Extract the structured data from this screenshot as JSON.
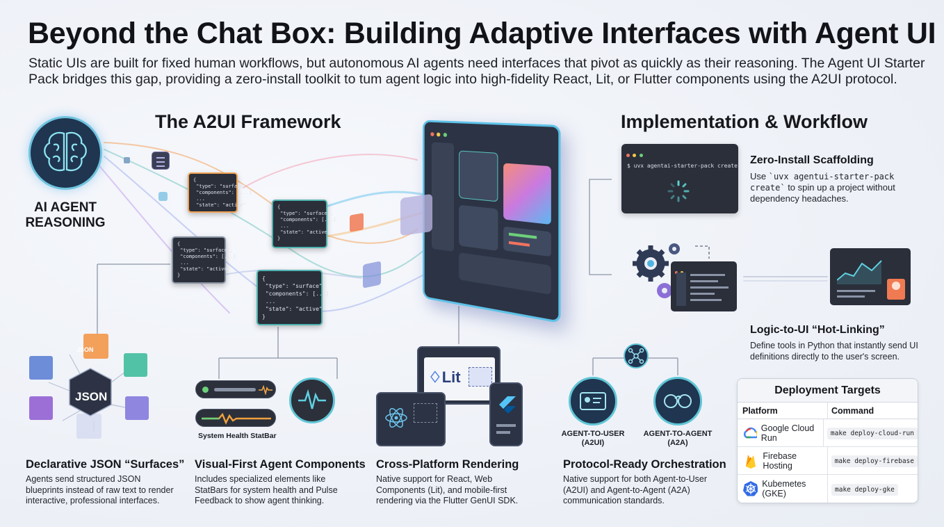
{
  "header": {
    "title": "Beyond the Chat Box: Building Adaptive Interfaces with Agent UI",
    "intro": "Static UIs are built for fixed human workflows, but autonomous AI agents need interfaces that pivot as quickly as their reasoning. The Agent UI Starter Pack bridges this gap, providing a zero-install toolkit to tum agent logic into high-fidelity React, Lit, or Flutter components using the A2UI protocol."
  },
  "framework": {
    "heading": "The A2UI Framework",
    "agent_label_line1": "AI AGENT",
    "agent_label_line2": "REASONING",
    "json_cards": [
      "{\n \"type\": \"surface\",\n \"components\": [...]\n ...\n \"state\": \"active\"",
      "{\n \"type\": \"surface\",\n \"components\": [...]\n ...\n \"state\": \"active\"\n}",
      "{\n \"type\": \"surface\",\n \"components\": [...]\n ...\n \"state\": \"active\"\n}",
      "{\n \"type\": \"surface\",\n \"components\": [...]\n ...\n \"state\": \"active\"\n}"
    ],
    "json_cube_label": "JSON",
    "json_small_label": "JSON",
    "statbar_label": "System Health StatBar",
    "lit_label": "Lit"
  },
  "features": [
    {
      "title": "Declarative JSON “Surfaces”",
      "desc": "Agents send structured JSON blueprints instead of raw text to render interactive, professional interfaces."
    },
    {
      "title": "Visual-First Agent Components",
      "desc": "Includes specialized elements like StatBars for system health and Pulse Feedback to show agent thinking."
    },
    {
      "title": "Cross-Platform Rendering",
      "desc": "Native support for React, Web Components (Lit), and mobile-first rendering via the Flutter GenUI SDK."
    },
    {
      "title": "Protocol-Ready Orchestration",
      "desc": "Native support for both Agent-to-User (A2UI) and Agent-to-Agent (A2A) communication standards."
    }
  ],
  "orchestration": {
    "a2ui_label_line1": "AGENT-TO-USER",
    "a2ui_label_line2": "(A2UI)",
    "a2a_label_line1": "AGENT-TO-AGENT",
    "a2a_label_line2": "(A2A)"
  },
  "workflow": {
    "heading": "Implementation & Workflow",
    "terminal_command": "$ uvx agentai-starter-pack create",
    "zero_install_title": "Zero-Install Scaffolding",
    "zero_install_desc_pre": "Use ",
    "zero_install_desc_code": "`uvx agentui-starter-pack create`",
    "zero_install_desc_post": " to spin up a project without dependency headaches.",
    "hotlink_title": "Logic-to-UI “Hot-Linking”",
    "hotlink_desc": "Define tools in Python that instantly send UI definitions directly to the user's screen."
  },
  "deployment": {
    "title": "Deployment Targets",
    "col_platform": "Platform",
    "col_command": "Command",
    "rows": [
      {
        "platform": "Google Cloud Run",
        "command": "make deploy-cloud-run",
        "icon": "google-cloud-icon"
      },
      {
        "platform": "Firebase Hosting",
        "command": "make deploy-firebase",
        "icon": "firebase-icon"
      },
      {
        "platform": "Kubemetes (GKE)",
        "command": "make deploy-gke",
        "icon": "kubernetes-icon"
      }
    ]
  },
  "colors": {
    "json_border_orange": "#f1a254",
    "teal": "#4fb3b0",
    "agent_circle": "#1f3550",
    "accent_purple": "#8b6fd6"
  }
}
